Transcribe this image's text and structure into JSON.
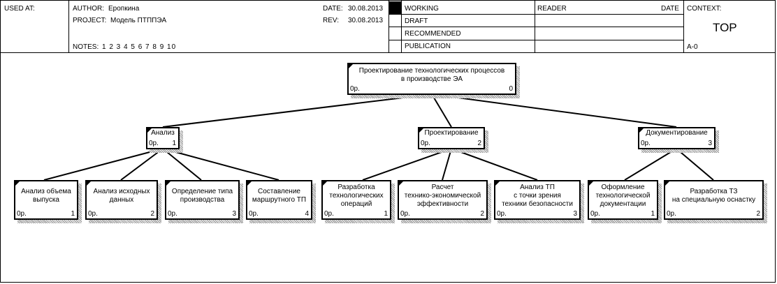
{
  "header": {
    "used_at_label": "USED AT:",
    "author_label": "AUTHOR:",
    "author": "Еропкина",
    "project_label": "PROJECT:",
    "project": "Модель ПТППЭА",
    "notes_label": "NOTES:",
    "notes": "1 2 3 4 5 6 7 8 9 10",
    "date_label": "DATE:",
    "date": "30.08.2013",
    "rev_label": "REV:",
    "rev": "30.08.2013",
    "status": [
      "WORKING",
      "DRAFT",
      "RECOMMENDED",
      "PUBLICATION"
    ],
    "reader_label": "READER",
    "reader_date_label": "DATE",
    "context_label": "CONTEXT:",
    "context_value": "TOP",
    "node_id": "A-0"
  },
  "diagram": {
    "root": {
      "title": "Проектирование технологических процессов\nв производстве  ЭА",
      "cost": "0р.",
      "num": "0"
    },
    "level1": [
      {
        "title": "Анализ",
        "cost": "0р.",
        "num": "1"
      },
      {
        "title": "Проектирование",
        "cost": "0р.",
        "num": "2"
      },
      {
        "title": "Документирование",
        "cost": "0р.",
        "num": "3"
      }
    ],
    "level2": [
      {
        "title": "Анализ объема\nвыпуска",
        "cost": "0р.",
        "num": "1"
      },
      {
        "title": "Анализ исходных\nданных",
        "cost": "0р.",
        "num": "2"
      },
      {
        "title": "Определение типа\nпроизводства",
        "cost": "0р.",
        "num": "3"
      },
      {
        "title": "Составление\nмаршрутного ТП",
        "cost": "0р.",
        "num": "4"
      },
      {
        "title": "Разработка\nтехнологических\nопераций",
        "cost": "0р.",
        "num": "1"
      },
      {
        "title": "Расчет\nтехнико-экономической\nэффективности",
        "cost": "0р.",
        "num": "2"
      },
      {
        "title": "Анализ ТП\nс точки зрения\nтехники безопасности",
        "cost": "0р.",
        "num": "3"
      },
      {
        "title": "Оформление\nтехнологической\nдокументации",
        "cost": "0р.",
        "num": "1"
      },
      {
        "title": "Разработка ТЗ\nна специальную оснастку",
        "cost": "0р.",
        "num": "2"
      }
    ]
  }
}
